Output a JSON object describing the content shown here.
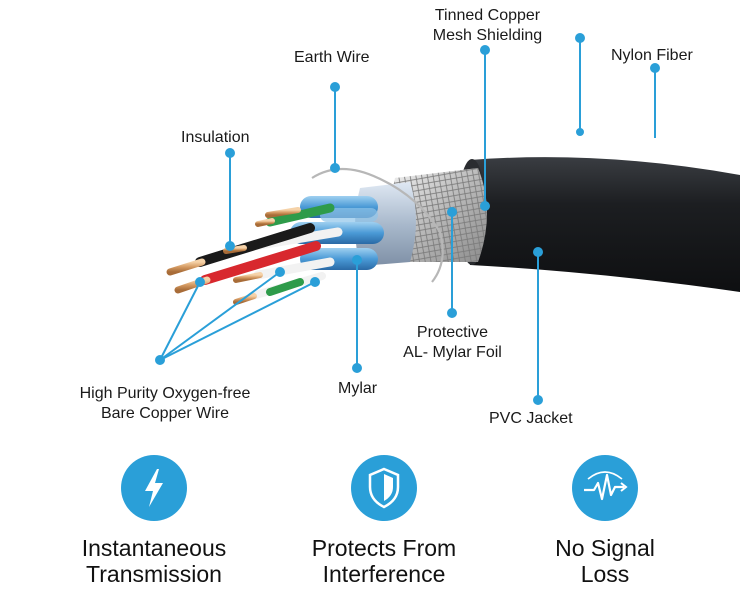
{
  "labels": {
    "tinned_line1": "Tinned Copper",
    "tinned_line2": "Mesh Shielding",
    "nylon": "Nylon Fiber",
    "earth": "Earth Wire",
    "insulation": "Insulation",
    "hpo_line1": "High Purity Oxygen-free",
    "hpo_line2": "Bare Copper Wire",
    "mylar": "Mylar",
    "protective_line1": "Protective",
    "protective_line2": "AL- Mylar Foil",
    "pvc": "PVC Jacket"
  },
  "features": [
    {
      "icon": "lightning-icon",
      "line1": "Instantaneous",
      "line2": "Transmission"
    },
    {
      "icon": "shield-icon",
      "line1": "Protects From",
      "line2": "Interference"
    },
    {
      "icon": "signal-wave-icon",
      "line1": "No Signal",
      "line2": "Loss"
    }
  ],
  "colors": {
    "accent": "#2a9fd8",
    "jacket": "#1b1d20",
    "copper": "#d8a070",
    "text": "#1a1a1a"
  }
}
